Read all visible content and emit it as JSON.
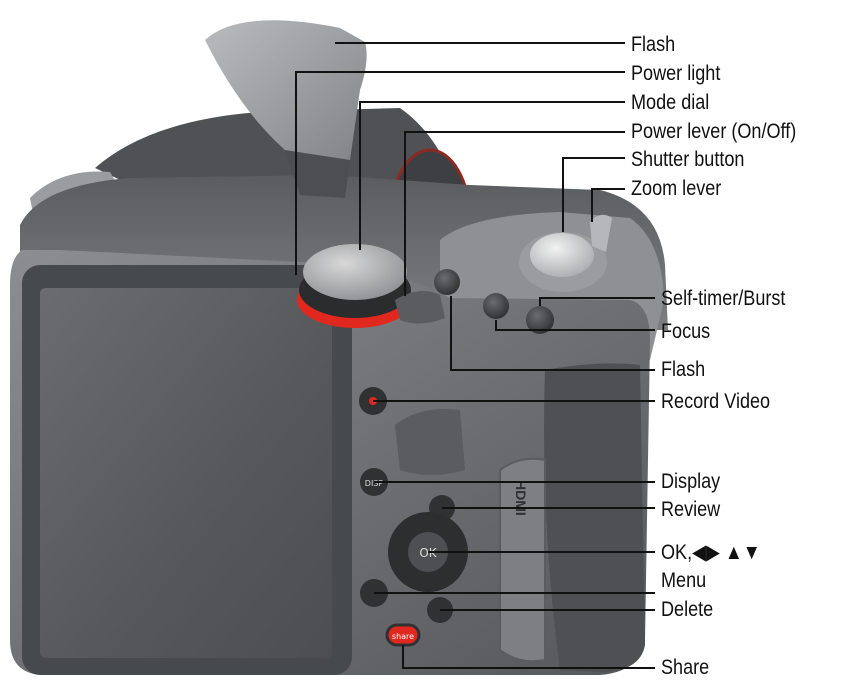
{
  "labels": {
    "flash_top": "Flash",
    "power_light": "Power light",
    "mode_dial": "Mode dial",
    "power_lever": "Power lever (On/Off)",
    "shutter_button": "Shutter button",
    "zoom_lever": "Zoom lever",
    "self_timer_burst": "Self-timer/Burst",
    "focus": "Focus",
    "flash_bottom": "Flash",
    "record_video": "Record Video",
    "display": "Display",
    "review": "Review",
    "ok_nav": "OK,◀▶ ▲▼",
    "menu": "Menu",
    "delete": "Delete",
    "share": "Share"
  },
  "button_text": {
    "display_btn": "DISP",
    "ok_btn": "OK",
    "share_btn": "share",
    "hdmi": "HDMI"
  },
  "colors": {
    "body": "#6e7073",
    "body_dark": "#4a4c4f",
    "screen": "#57595c",
    "accent_red": "#e0281e",
    "button": "#3a3c3f",
    "line": "#111111"
  }
}
